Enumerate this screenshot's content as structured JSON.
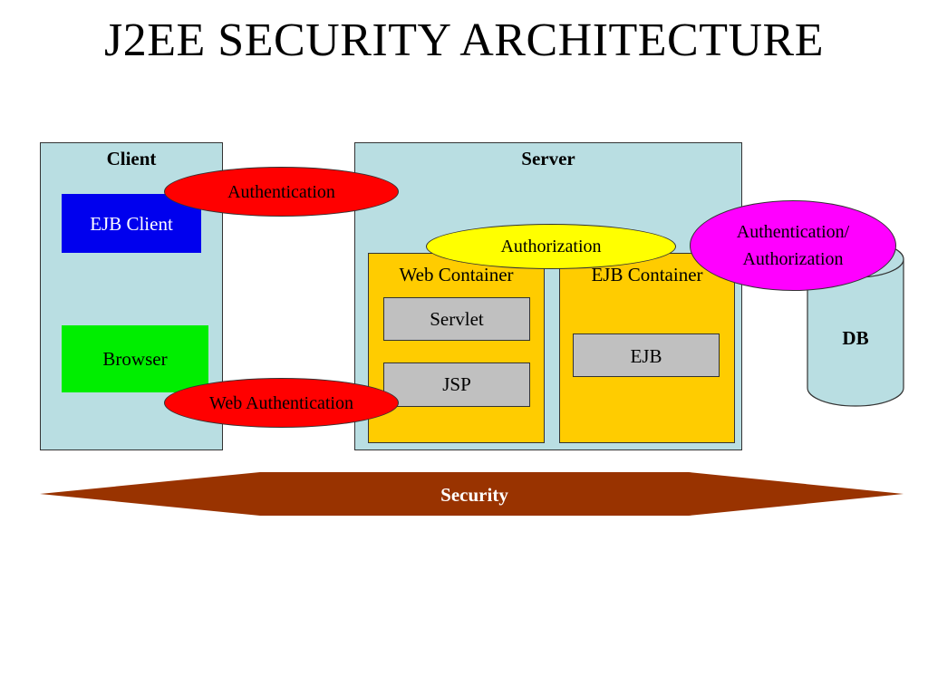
{
  "title": "J2EE SECURITY ARCHITECTURE",
  "client": {
    "label": "Client",
    "ejb_client": "EJB Client",
    "browser": "Browser"
  },
  "server": {
    "label": "Server",
    "web_container": {
      "label": "Web Container",
      "servlet": "Servlet",
      "jsp": "JSP"
    },
    "ejb_container": {
      "label": "EJB Container",
      "ejb": "EJB"
    }
  },
  "db": {
    "label": "DB"
  },
  "ellipses": {
    "authentication": "Authentication",
    "web_authentication": "Web Authentication",
    "authorization": "Authorization",
    "auth_line1": "Authentication/",
    "auth_line2": "Authorization"
  },
  "security_band": "Security",
  "colors": {
    "zone_bg": "#b9dee2",
    "ejb_client": "#0000ee",
    "browser": "#00ee00",
    "container": "#ffcc00",
    "component": "#c0c0c0",
    "red_ellipse": "#ff0000",
    "yellow_ellipse": "#ffff00",
    "magenta_ellipse": "#ff00ff",
    "security_band": "#993300"
  }
}
